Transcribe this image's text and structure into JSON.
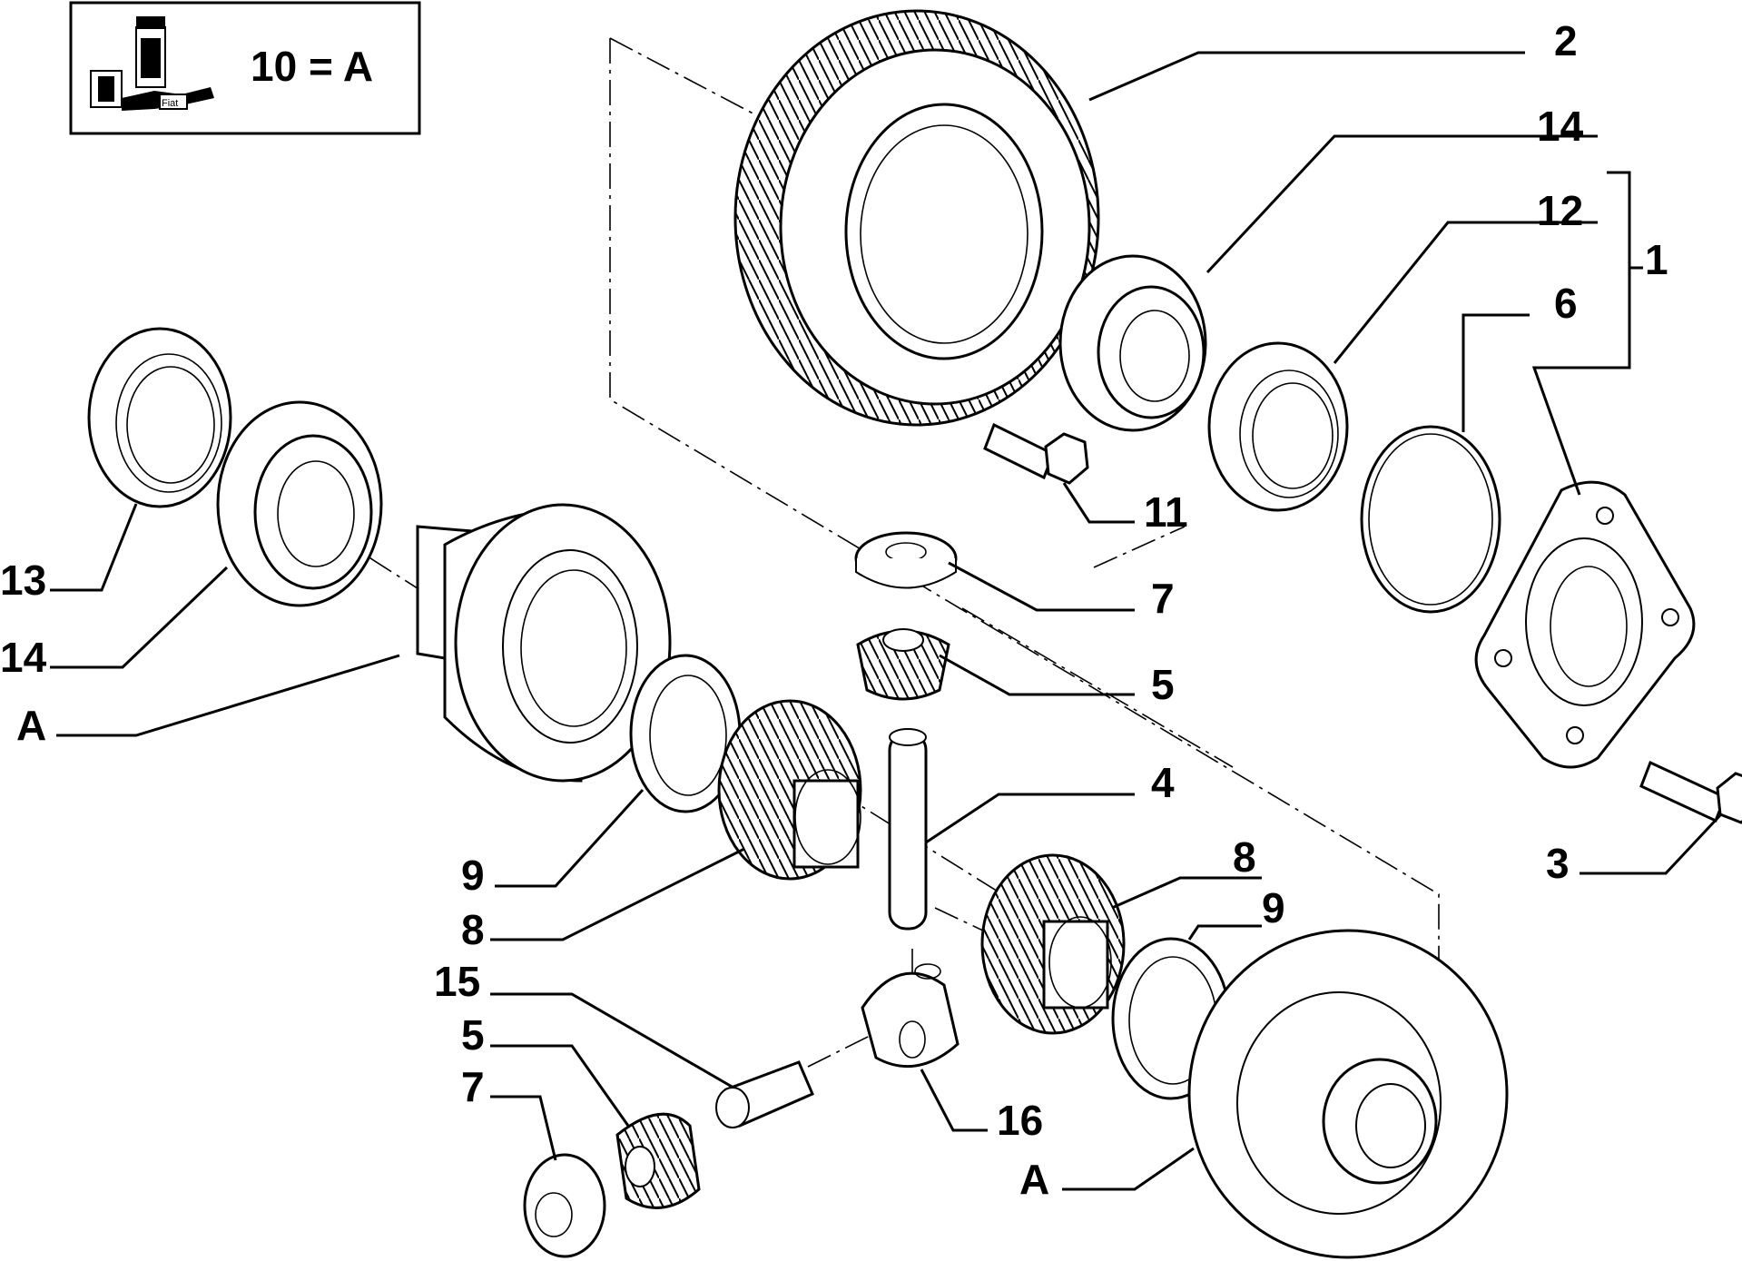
{
  "legend": {
    "text": "10 = A",
    "stamp": "Fiat"
  },
  "callouts": [
    {
      "id": "c2",
      "text": "2"
    },
    {
      "id": "c14a",
      "text": "14"
    },
    {
      "id": "c12",
      "text": "12"
    },
    {
      "id": "c1",
      "text": "1"
    },
    {
      "id": "c6",
      "text": "6"
    },
    {
      "id": "c11",
      "text": "11"
    },
    {
      "id": "c7a",
      "text": "7"
    },
    {
      "id": "c5a",
      "text": "5"
    },
    {
      "id": "c4",
      "text": "4"
    },
    {
      "id": "c8a",
      "text": "8"
    },
    {
      "id": "c9a",
      "text": "9"
    },
    {
      "id": "c3",
      "text": "3"
    },
    {
      "id": "c13",
      "text": "13"
    },
    {
      "id": "c14b",
      "text": "14"
    },
    {
      "id": "cAa",
      "text": "A"
    },
    {
      "id": "c9b",
      "text": "9"
    },
    {
      "id": "c8b",
      "text": "8"
    },
    {
      "id": "c15",
      "text": "15"
    },
    {
      "id": "c5b",
      "text": "5"
    },
    {
      "id": "c7b",
      "text": "7"
    },
    {
      "id": "c16",
      "text": "16"
    },
    {
      "id": "cAb",
      "text": "A"
    }
  ]
}
